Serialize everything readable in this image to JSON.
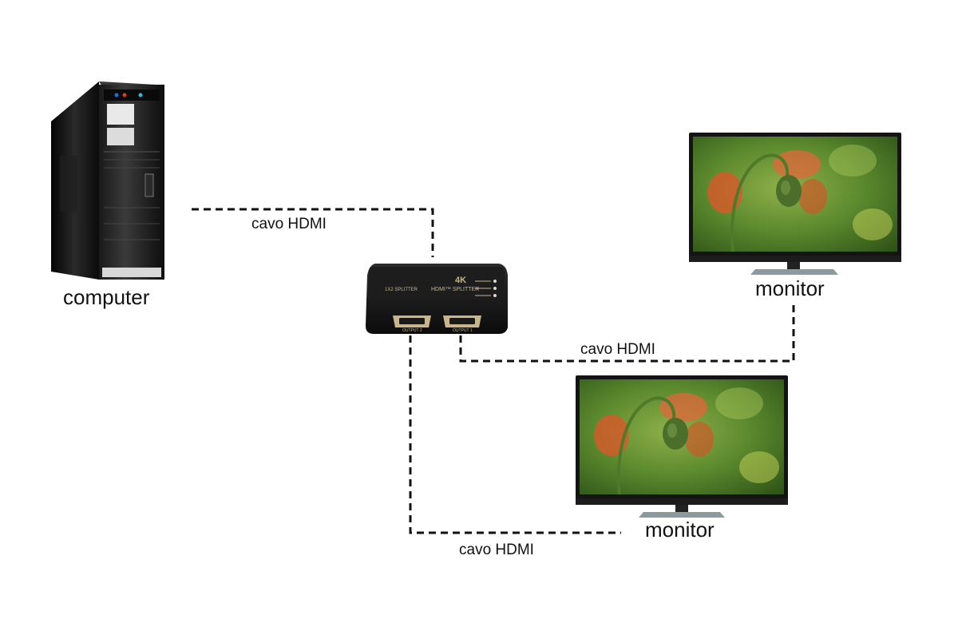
{
  "devices": {
    "computer": {
      "label": "computer"
    },
    "monitor_1": {
      "label": "monitor"
    },
    "monitor_2": {
      "label": "monitor"
    },
    "splitter": {
      "brand": "HDMI™ SPLITTER",
      "model": "1X2 SPLITTER",
      "badge": "4K",
      "port_1": "OUTPUT 1",
      "port_2": "OUTPUT 2"
    }
  },
  "cables": {
    "computer_to_splitter": "cavo HDMI",
    "splitter_to_monitor_1": "cavo HDMI",
    "splitter_to_monitor_2": "cavo HDMI"
  },
  "colors": {
    "line": "#111111",
    "device_body": "#141414",
    "accent_gold": "#c9b58a",
    "screen_bg": "#6e9a3a",
    "flower": "#e0552a"
  }
}
